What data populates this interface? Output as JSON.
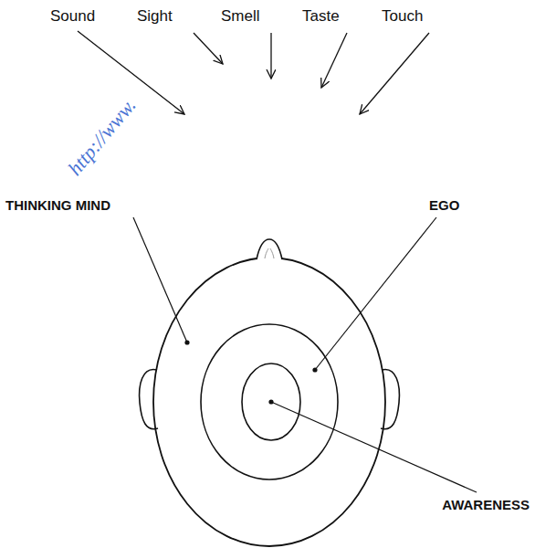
{
  "diagram": {
    "nodes": [
      {
        "text": [
          "THINKING MIND"
        ]
      },
      {
        "text": [
          "EGO"
        ],
        "in": 0
      },
      {
        "text": [
          "AWARENESS"
        ],
        "in": 1
      }
    ],
    "labels": [
      "Sound",
      "Sight",
      "Smell",
      "Taste",
      "Touch",
      "http://www."
    ]
  }
}
